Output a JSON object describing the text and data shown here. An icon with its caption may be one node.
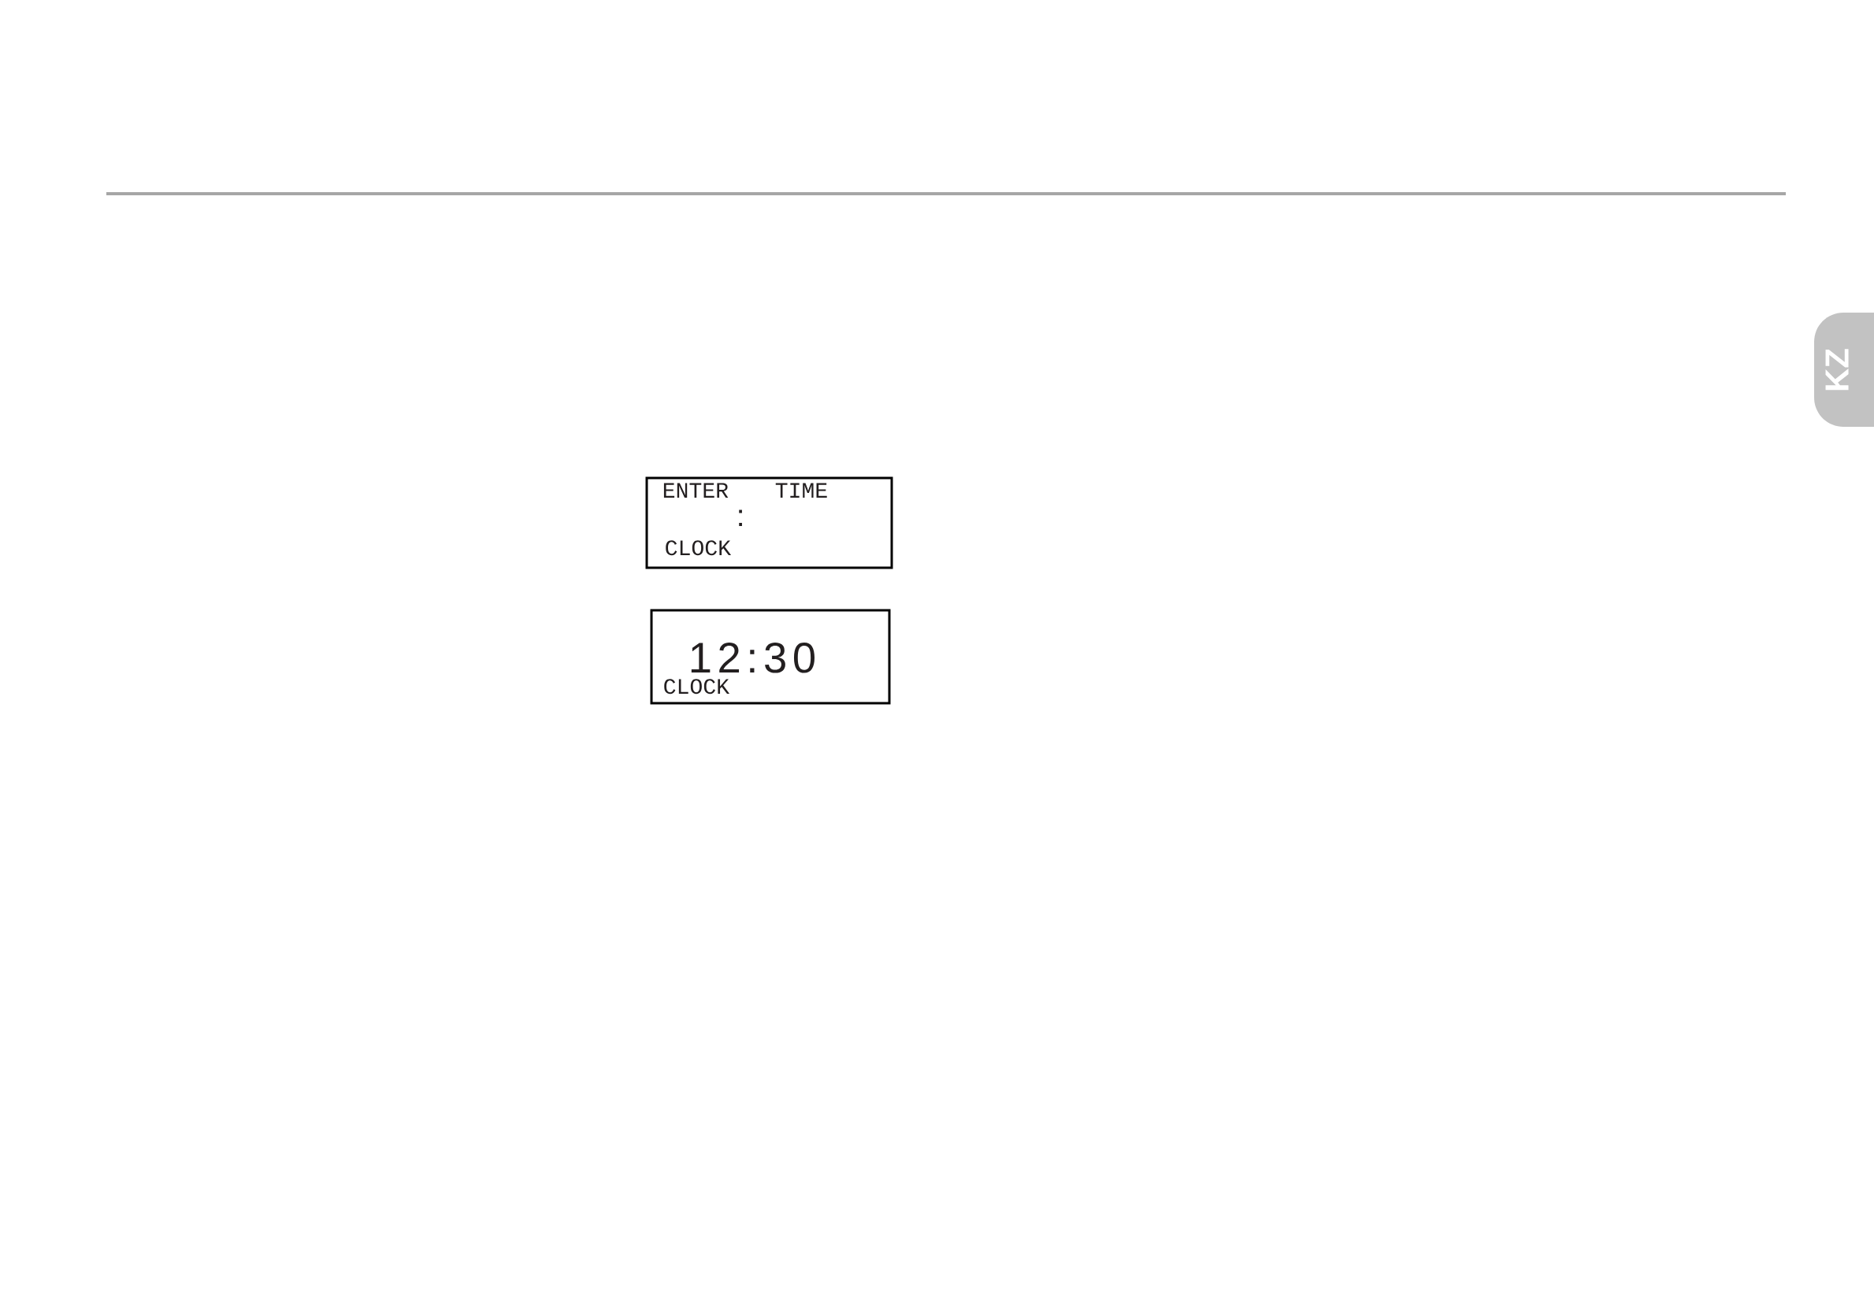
{
  "diagram": {
    "nodes": [
      {
        "text": [
          "ENTER",
          "TIME",
          ":",
          "CLOCK"
        ]
      },
      {
        "text": [
          "12:30",
          "CLOCK"
        ]
      },
      {
        "text": [
          "KZ"
        ]
      }
    ]
  }
}
